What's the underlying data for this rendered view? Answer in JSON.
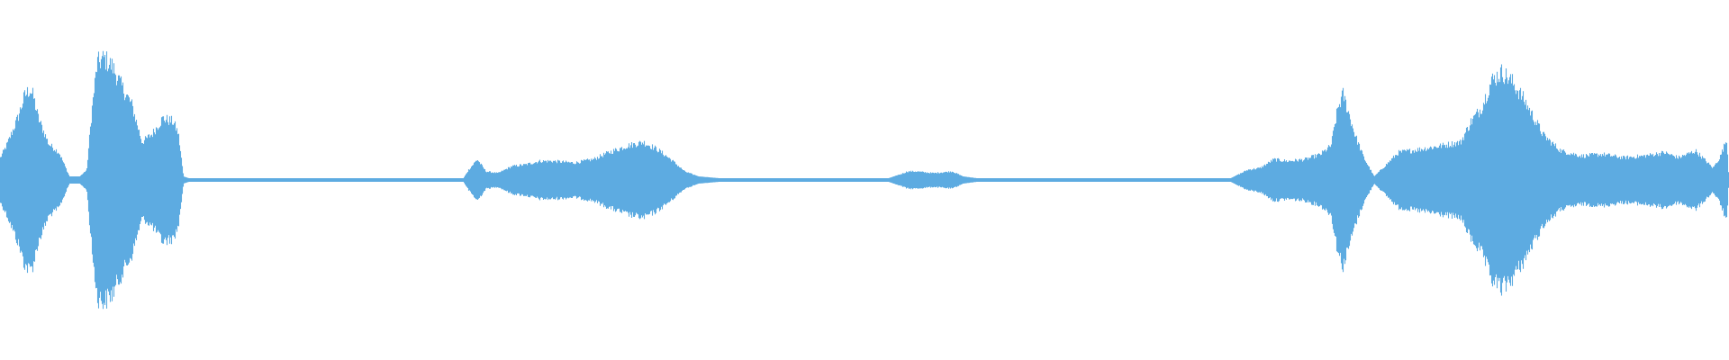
{
  "waveform": {
    "color": "#5dabe1",
    "envelope_profile": [
      [
        0.0,
        0.13
      ],
      [
        0.004,
        0.21
      ],
      [
        0.01,
        0.36
      ],
      [
        0.014,
        0.49
      ],
      [
        0.017,
        0.53
      ],
      [
        0.019,
        0.49
      ],
      [
        0.022,
        0.36
      ],
      [
        0.028,
        0.21
      ],
      [
        0.034,
        0.16
      ],
      [
        0.04,
        0.02
      ],
      [
        0.046,
        0.02
      ],
      [
        0.05,
        0.06
      ],
      [
        0.053,
        0.41
      ],
      [
        0.056,
        0.68
      ],
      [
        0.06,
        0.71
      ],
      [
        0.065,
        0.66
      ],
      [
        0.07,
        0.55
      ],
      [
        0.076,
        0.44
      ],
      [
        0.082,
        0.22
      ],
      [
        0.088,
        0.27
      ],
      [
        0.094,
        0.36
      ],
      [
        0.1,
        0.34
      ],
      [
        0.103,
        0.27
      ],
      [
        0.106,
        0.02
      ],
      [
        0.109,
        0.01
      ],
      [
        0.268,
        0.01
      ],
      [
        0.271,
        0.06
      ],
      [
        0.276,
        0.12
      ],
      [
        0.281,
        0.05
      ],
      [
        0.288,
        0.04
      ],
      [
        0.296,
        0.08
      ],
      [
        0.304,
        0.09
      ],
      [
        0.312,
        0.11
      ],
      [
        0.32,
        0.11
      ],
      [
        0.332,
        0.1
      ],
      [
        0.343,
        0.12
      ],
      [
        0.352,
        0.16
      ],
      [
        0.363,
        0.2
      ],
      [
        0.372,
        0.22
      ],
      [
        0.38,
        0.18
      ],
      [
        0.388,
        0.12
      ],
      [
        0.396,
        0.05
      ],
      [
        0.404,
        0.02
      ],
      [
        0.416,
        0.01
      ],
      [
        0.514,
        0.01
      ],
      [
        0.52,
        0.03
      ],
      [
        0.525,
        0.05
      ],
      [
        0.53,
        0.05
      ],
      [
        0.54,
        0.04
      ],
      [
        0.551,
        0.05
      ],
      [
        0.557,
        0.02
      ],
      [
        0.565,
        0.01
      ],
      [
        0.712,
        0.01
      ],
      [
        0.716,
        0.03
      ],
      [
        0.722,
        0.06
      ],
      [
        0.729,
        0.07
      ],
      [
        0.737,
        0.12
      ],
      [
        0.745,
        0.11
      ],
      [
        0.755,
        0.12
      ],
      [
        0.764,
        0.15
      ],
      [
        0.77,
        0.2
      ],
      [
        0.774,
        0.42
      ],
      [
        0.777,
        0.5
      ],
      [
        0.78,
        0.4
      ],
      [
        0.784,
        0.26
      ],
      [
        0.789,
        0.13
      ],
      [
        0.795,
        0.02
      ],
      [
        0.8,
        0.07
      ],
      [
        0.809,
        0.16
      ],
      [
        0.822,
        0.18
      ],
      [
        0.834,
        0.2
      ],
      [
        0.845,
        0.22
      ],
      [
        0.851,
        0.34
      ],
      [
        0.857,
        0.42
      ],
      [
        0.863,
        0.58
      ],
      [
        0.869,
        0.63
      ],
      [
        0.875,
        0.57
      ],
      [
        0.881,
        0.48
      ],
      [
        0.887,
        0.37
      ],
      [
        0.893,
        0.26
      ],
      [
        0.903,
        0.17
      ],
      [
        0.915,
        0.14
      ],
      [
        0.927,
        0.15
      ],
      [
        0.939,
        0.13
      ],
      [
        0.951,
        0.14
      ],
      [
        0.963,
        0.16
      ],
      [
        0.971,
        0.13
      ],
      [
        0.981,
        0.17
      ],
      [
        0.991,
        0.07
      ],
      [
        0.995,
        0.13
      ],
      [
        0.999,
        0.24
      ],
      [
        1.0,
        0.05
      ]
    ]
  }
}
